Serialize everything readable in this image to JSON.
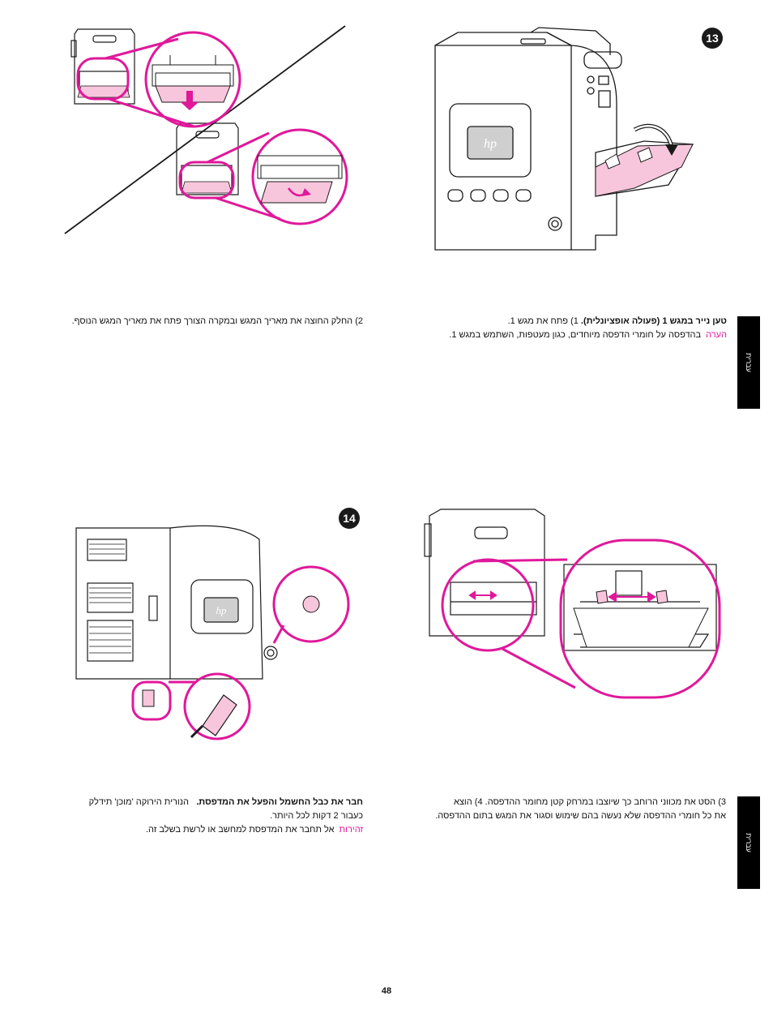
{
  "steps": {
    "step13": "13",
    "step14": "14"
  },
  "sidebar": {
    "tab_label": "עברית"
  },
  "section13": {
    "right": {
      "heading": "טען נייר במגש 1 (פעולה אופציונלית).",
      "step1": "1) פתח את מגש 1.",
      "note_label": "הערה",
      "note_text": "בהדפסה על חומרי הדפסה מיוחדים, כגון מעטפות, השתמש במגש 1."
    },
    "left": {
      "step2": "2) החלק החוצה את מאריך המגש ובמקרה הצורך פתח את מאריך המגש הנוסף."
    }
  },
  "section14": {
    "right": {
      "line1": "3) הסט את מכווני הרוחב כך שיוצבו במרחק קטן מחומר ההדפסה. 4) הוצא",
      "line2": "את כל חומרי ההדפסה שלא נעשה בהם שימוש וסגור את המגש בתום ההדפסה."
    },
    "left": {
      "heading": "חבר את כבל החשמל והפעל את המדפסת.",
      "text1": "הנורית הירוקה 'מוכן' תידלק",
      "text2": "כעבור 2 דקות לכל היותר.",
      "warning_label": "זהירות",
      "warning_text": "אל תחבר את המדפסת למחשב או לרשת בשלב זה."
    }
  },
  "page_number": "48",
  "colors": {
    "accent": "#e0189a",
    "tray_fill": "#f8c6dc",
    "ink": "#1a1a1a"
  }
}
